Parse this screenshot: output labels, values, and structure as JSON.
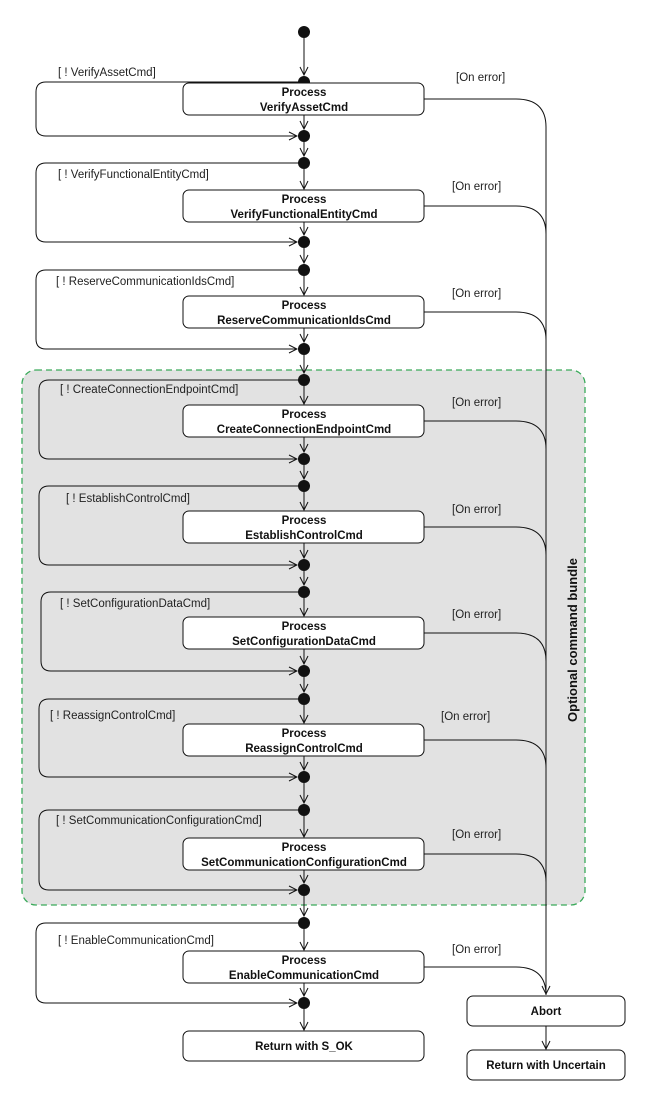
{
  "bundle": {
    "label": "Optional command bundle",
    "fill": "#e2e2e2",
    "border": "#3aaa5a"
  },
  "steps": [
    {
      "guard": "[ ! VerifyAssetCmd]",
      "title": "Process",
      "cmd": "VerifyAssetCmd",
      "error": "[On error]"
    },
    {
      "guard": "[ ! VerifyFunctionalEntityCmd]",
      "title": "Process",
      "cmd": "VerifyFunctionalEntityCmd",
      "error": "[On error]"
    },
    {
      "guard": "[ ! ReserveCommunicationIdsCmd]",
      "title": "Process",
      "cmd": "ReserveCommunicationIdsCmd",
      "error": "[On error]"
    },
    {
      "guard": "[ ! CreateConnectionEndpointCmd]",
      "title": "Process",
      "cmd": "CreateConnectionEndpointCmd",
      "error": "[On error]"
    },
    {
      "guard": "[ ! EstablishControlCmd]",
      "title": "Process",
      "cmd": "EstablishControlCmd",
      "error": "[On error]"
    },
    {
      "guard": "[ ! SetConfigurationDataCmd]",
      "title": "Process",
      "cmd": "SetConfigurationDataCmd",
      "error": "[On error]"
    },
    {
      "guard": "[ ! ReassignControlCmd]",
      "title": "Process",
      "cmd": "ReassignControlCmd",
      "error": "[On error]"
    },
    {
      "guard": "[ ! SetCommunicationConfigurationCmd]",
      "title": "Process",
      "cmd": "SetCommunicationConfigurationCmd",
      "error": "[On error]"
    },
    {
      "guard": "[ ! EnableCommunicationCmd]",
      "title": "Process",
      "cmd": "EnableCommunicationCmd",
      "error": "[On error]"
    }
  ],
  "end_ok": "Return with S_OK",
  "abort": "Abort",
  "end_uncertain": "Return with Uncertain"
}
